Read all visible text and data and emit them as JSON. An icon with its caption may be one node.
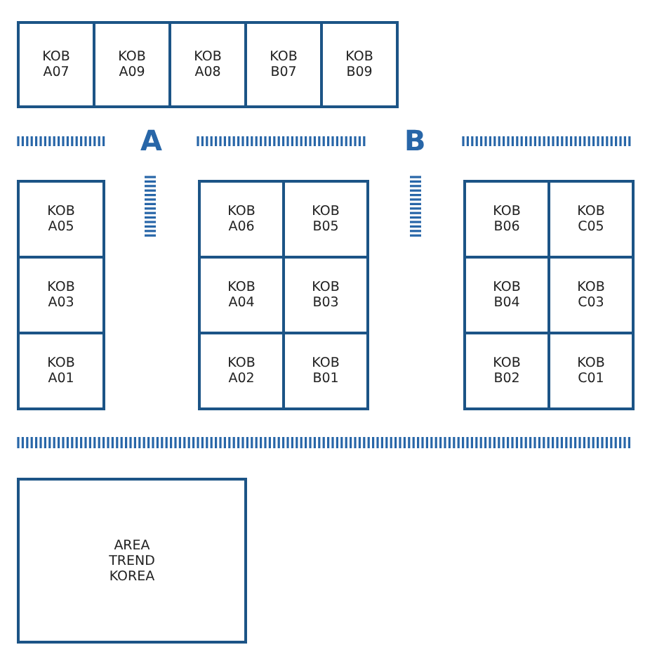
{
  "diagram": {
    "nodes": [
      {
        "text": [
          "KOB A07"
        ]
      },
      {
        "text": [
          "KOB A09"
        ]
      },
      {
        "text": [
          "KOB A08"
        ]
      },
      {
        "text": [
          "KOB B07"
        ]
      },
      {
        "text": [
          "KOB B09"
        ]
      },
      {
        "text": [
          "KOB A05"
        ]
      },
      {
        "text": [
          "KOB A06"
        ]
      },
      {
        "text": [
          "KOB B05"
        ]
      },
      {
        "text": [
          "KOB B06"
        ]
      },
      {
        "text": [
          "KOB C05"
        ]
      },
      {
        "text": [
          "KOB A03"
        ]
      },
      {
        "text": [
          "KOB A04"
        ]
      },
      {
        "text": [
          "KOB B03"
        ]
      },
      {
        "text": [
          "KOB B04"
        ]
      },
      {
        "text": [
          "KOB C03"
        ]
      },
      {
        "text": [
          "KOB A01"
        ]
      },
      {
        "text": [
          "KOB A02"
        ]
      },
      {
        "text": [
          "KOB B01"
        ]
      },
      {
        "text": [
          "KOB B02"
        ]
      },
      {
        "text": [
          "KOB C01"
        ]
      },
      {
        "text": [
          "AREA TREND KOREA"
        ]
      }
    ],
    "labels": [
      "A",
      "B"
    ]
  }
}
